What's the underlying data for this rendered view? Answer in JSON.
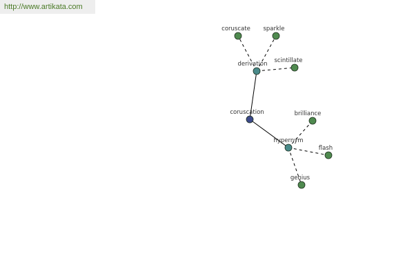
{
  "watermark": {
    "url": "http://www.artikata.com"
  },
  "colors": {
    "root": "#3d4a8a",
    "relation": "#4a8a8a",
    "leaf": "#4f8a4f",
    "edge": "#000000"
  },
  "graph": {
    "nodes": [
      {
        "id": "coruscation",
        "label": "coruscation",
        "kind": "root"
      },
      {
        "id": "derivation",
        "label": "derivation",
        "kind": "relation"
      },
      {
        "id": "hypernym",
        "label": "hypernym",
        "kind": "relation"
      },
      {
        "id": "coruscate",
        "label": "coruscate",
        "kind": "leaf"
      },
      {
        "id": "sparkle",
        "label": "sparkle",
        "kind": "leaf"
      },
      {
        "id": "scintillate",
        "label": "scintillate",
        "kind": "leaf"
      },
      {
        "id": "brilliance",
        "label": "brilliance",
        "kind": "leaf"
      },
      {
        "id": "flash",
        "label": "flash",
        "kind": "leaf"
      },
      {
        "id": "genius",
        "label": "genius",
        "kind": "leaf"
      }
    ],
    "edges": [
      {
        "from": "coruscation",
        "to": "derivation",
        "style": "solid"
      },
      {
        "from": "coruscation",
        "to": "hypernym",
        "style": "solid"
      },
      {
        "from": "derivation",
        "to": "coruscate",
        "style": "dashed"
      },
      {
        "from": "derivation",
        "to": "sparkle",
        "style": "dashed"
      },
      {
        "from": "derivation",
        "to": "scintillate",
        "style": "dashed"
      },
      {
        "from": "hypernym",
        "to": "brilliance",
        "style": "dashed"
      },
      {
        "from": "hypernym",
        "to": "flash",
        "style": "dashed"
      },
      {
        "from": "hypernym",
        "to": "genius",
        "style": "dashed"
      }
    ]
  }
}
